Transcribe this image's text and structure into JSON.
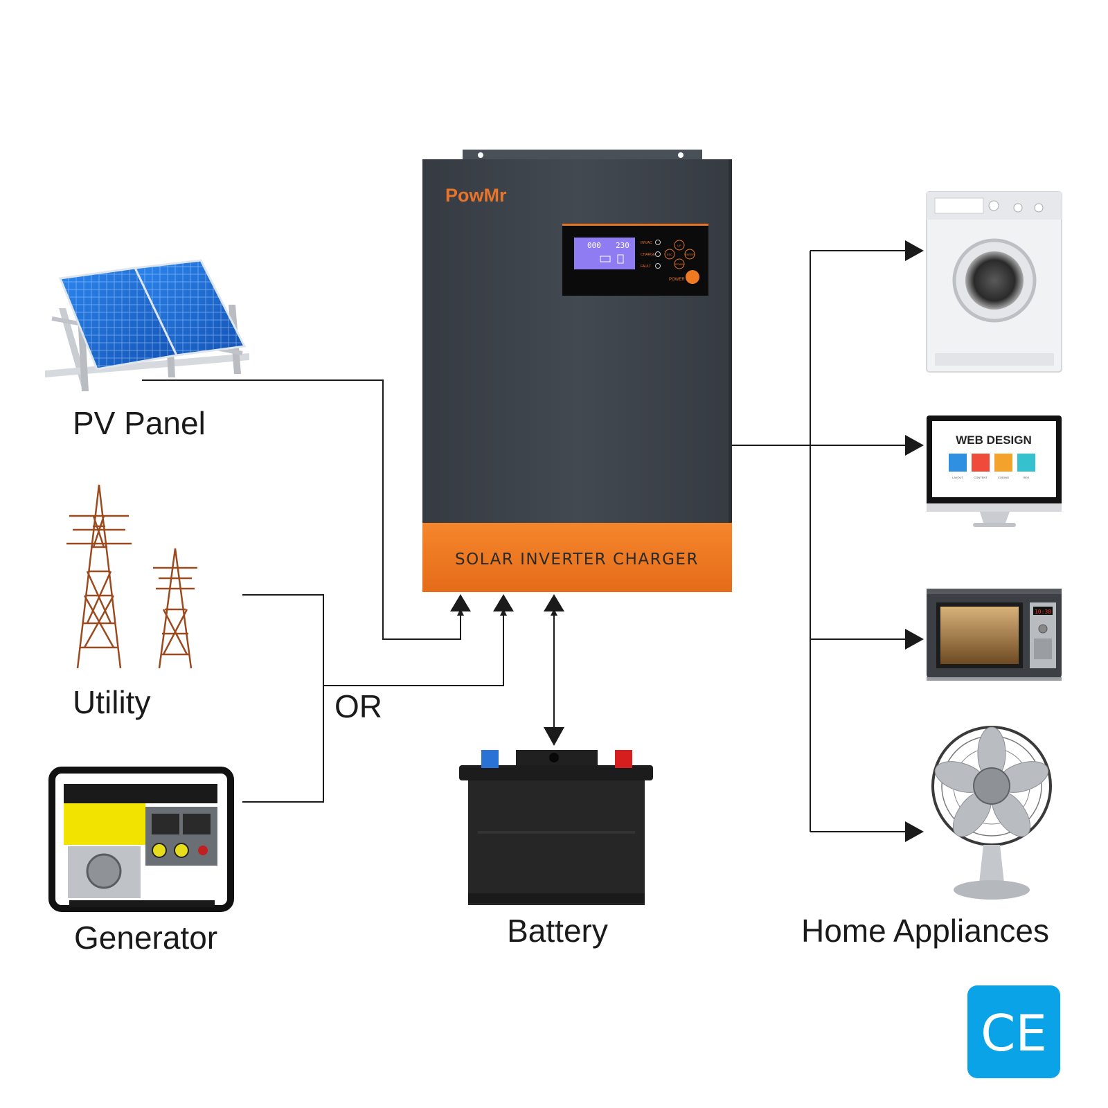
{
  "inverter": {
    "brand": "PowMr",
    "band_text": "SOLAR INVERTER CHARGER",
    "lcd_left": "000",
    "lcd_right": "230",
    "indicator_labels": [
      "INV/AC",
      "CHARGE",
      "FAULT"
    ],
    "button_labels": [
      "UP",
      "ESC",
      "ENTER",
      "DOWN"
    ],
    "power_label": "POWER"
  },
  "labels": {
    "pv_panel": "PV Panel",
    "utility": "Utility",
    "generator": "Generator",
    "or": "OR",
    "battery": "Battery",
    "home_appliances": "Home Appliances"
  },
  "monitor": {
    "heading": "WEB DESIGN",
    "tile_labels": [
      "LAYOUT",
      "CONTENT",
      "CODING",
      "SEO"
    ]
  },
  "microwave": {
    "clock": "10:38"
  },
  "badge": {
    "text": "CE"
  },
  "colors": {
    "inverter_body": "#40464e",
    "inverter_band": "#f07a22",
    "brand_orange": "#e8742a",
    "lcd_screen": "#8f7cf2",
    "ce_badge": "#0aa3e8",
    "solar_cell": "#1f6fd8",
    "line": "#1a1a1a"
  }
}
